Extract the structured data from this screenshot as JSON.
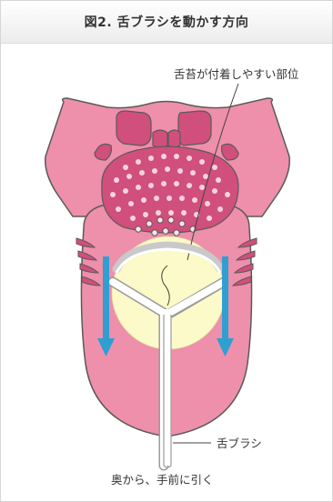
{
  "title": "図2. 舌ブラシを動かす方向",
  "labels": {
    "coating_area": "舌苔が付着しやすい部位",
    "tongue_brush": "舌ブラシ",
    "motion": "奥から、手前に引く"
  },
  "colors": {
    "tongue_fill": "#ee8fab",
    "tongue_stroke": "#5a5a5a",
    "papillae": "#d14f7c",
    "coating": "#fbfac8",
    "arrow": "#2e9fd0",
    "brush": "#ffffff"
  }
}
